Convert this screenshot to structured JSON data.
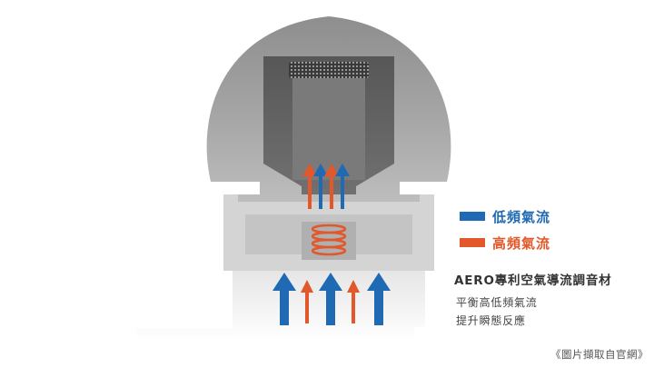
{
  "legend": {
    "low": {
      "label": "低頻氣流",
      "color": "#1f6ab3"
    },
    "high": {
      "label": "高頻氣流",
      "color": "#e2582a"
    }
  },
  "material": {
    "title": "AERO專利空氣導流調音材",
    "line1": "平衡高低頻氣流",
    "line2": "提升瞬態反應"
  },
  "credit": "《圖片擷取自官網》",
  "icons": [
    "eartip-dome-illustration",
    "nozzle-mesh-icon",
    "spring-coil-icon",
    "up-arrow-icon"
  ]
}
